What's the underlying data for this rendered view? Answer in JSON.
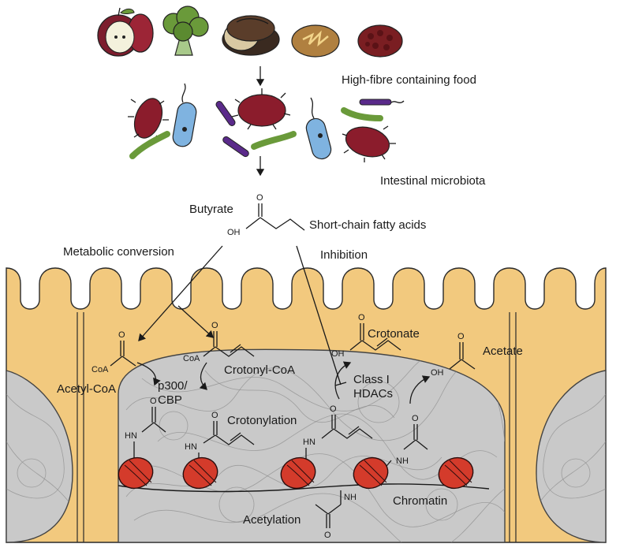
{
  "labels": {
    "food": "High-fibre containing food",
    "microbiota": "Intestinal microbiota",
    "butyrate": "Butyrate",
    "scfa": "Short-chain fatty acids",
    "metabolic_conversion": "Metabolic conversion",
    "inhibition": "Inhibition",
    "acetyl_coa": "Acetyl-CoA",
    "crotonyl_coa": "Crotonyl-CoA",
    "crotonate": "Crotonate",
    "acetate": "Acetate",
    "p300_line1": "p300/",
    "p300_line2": "CBP",
    "class1_line1": "Class I",
    "class1_line2": "HDACs",
    "crotonylation": "Crotonylation",
    "chromatin": "Chromatin",
    "acetylation": "Acetylation"
  },
  "chem": {
    "O": "O",
    "OH": "OH",
    "CoA": "CoA",
    "HN": "HN",
    "NH": "NH"
  },
  "colors": {
    "cell_fill": "#f2c97e",
    "nucleus_fill": "#c9c9c9",
    "histone_red": "#d43b2b",
    "bacteria_red": "#8b1c2c",
    "bacteria_blue": "#7fb3e0",
    "bacteria_green": "#6a9a3a",
    "bacteria_purple": "#5a2a8a"
  },
  "icons": [
    "apple-icon",
    "broccoli-icon",
    "bread-loaf-icon",
    "bread-roll-icon",
    "grain-icon"
  ]
}
